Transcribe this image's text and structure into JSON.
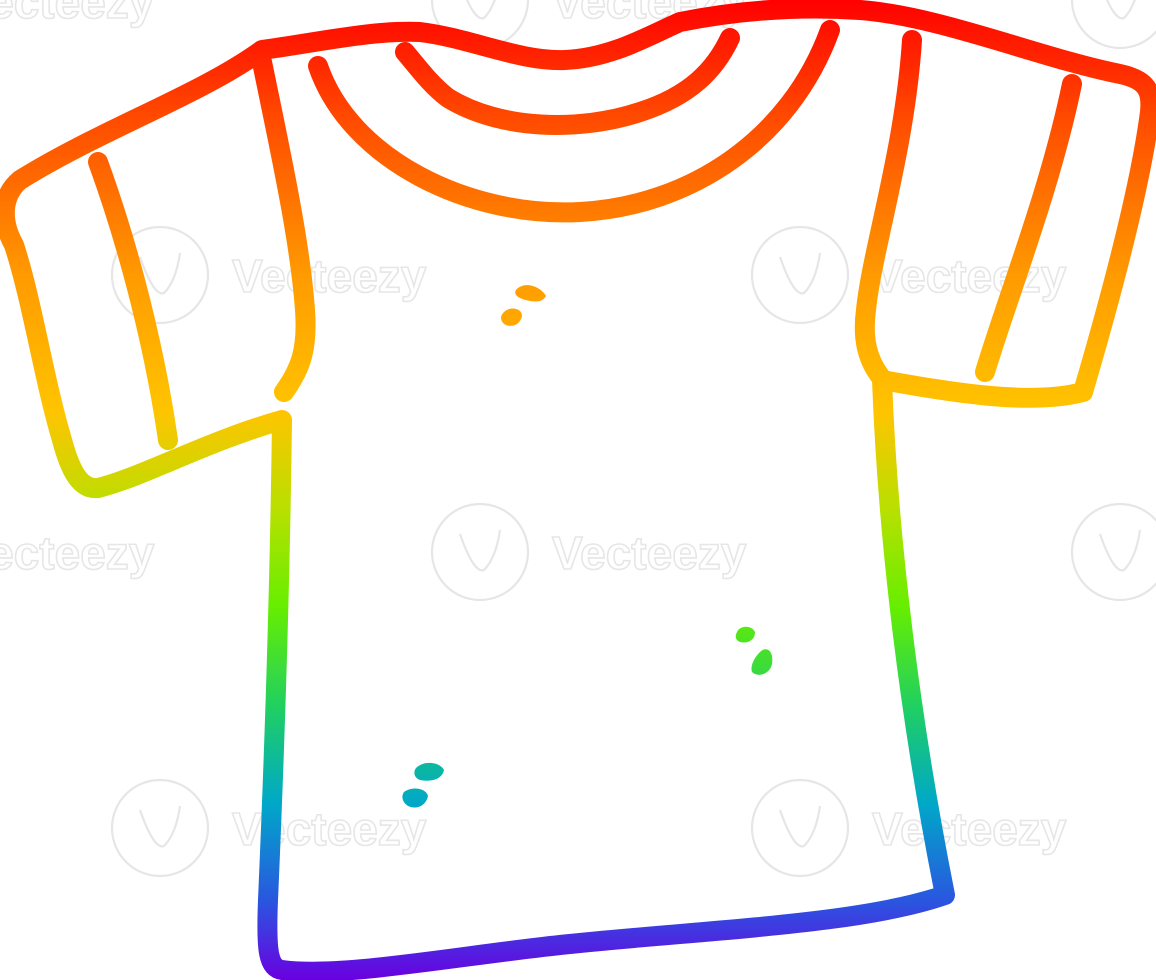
{
  "image": {
    "subject": "t-shirt-cartoon",
    "stroke_gradient": {
      "direction": "top-to-bottom",
      "stops": [
        "#ff0000",
        "#ff6a00",
        "#ffb000",
        "#ffd000",
        "#7dff00",
        "#00c46a",
        "#00a0d0",
        "#2050e0",
        "#5a00e0"
      ]
    },
    "background_color": "#ffffff"
  },
  "watermark": {
    "text": "Vecteezy",
    "color": "#e6e6e6"
  }
}
